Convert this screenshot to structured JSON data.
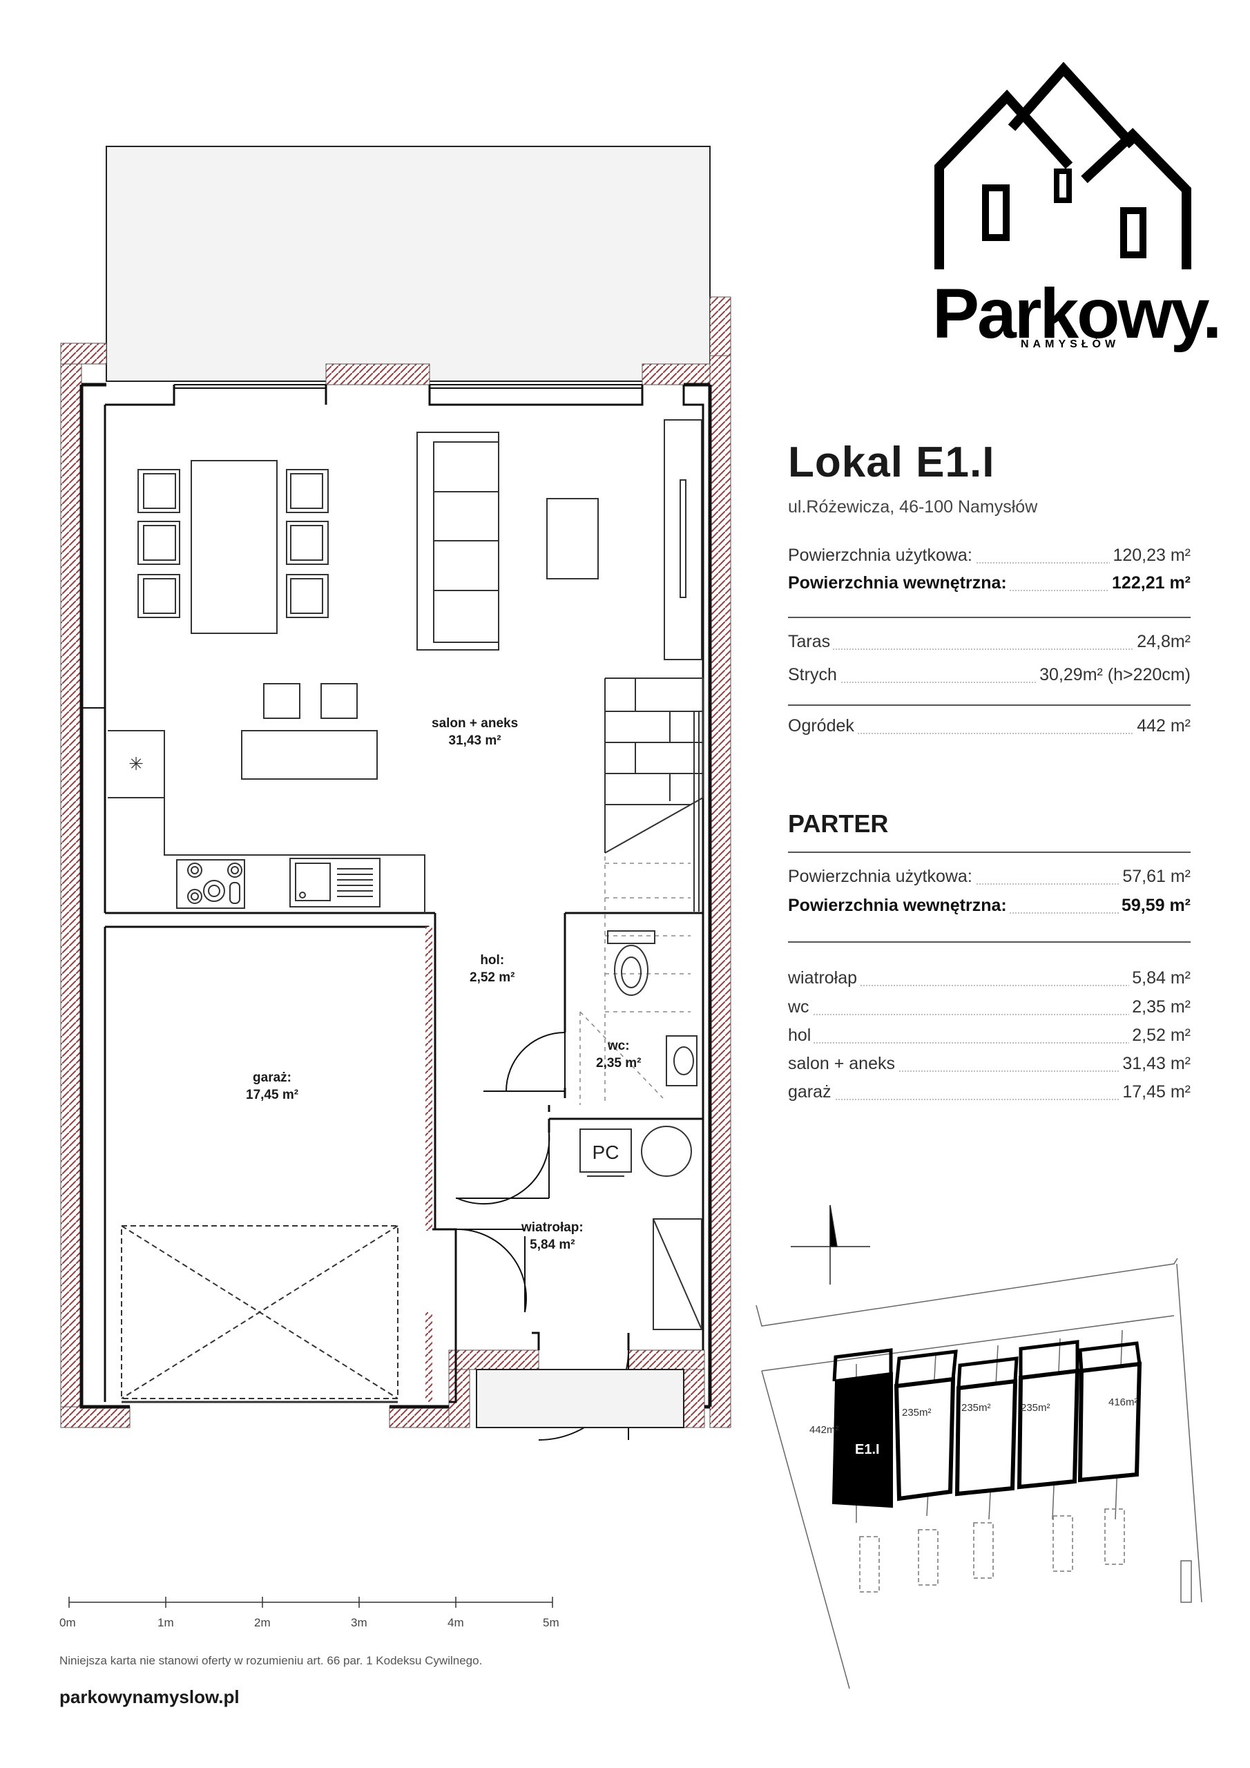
{
  "brand": {
    "name": "Parkowy.",
    "sub": "NAMYSŁÓW"
  },
  "unit": {
    "title": "Lokal E1.I",
    "address": "ul.Różewicza, 46-100 Namysłów"
  },
  "summary": [
    {
      "label": "Powierzchnia użytkowa:",
      "value": "120,23 m²",
      "bold": false
    },
    {
      "label": "Powierzchnia wewnętrzna:",
      "value": "122,21 m²",
      "bold": true
    }
  ],
  "extras": [
    {
      "label": "Taras",
      "value": "24,8m²"
    },
    {
      "label": "Strych",
      "value": "30,29m² (h>220cm)"
    }
  ],
  "garden": {
    "label": "Ogródek",
    "value": "442 m²"
  },
  "floor": {
    "title": "PARTER",
    "totals": [
      {
        "label": "Powierzchnia użytkowa:",
        "value": "57,61 m²"
      },
      {
        "label": "Powierzchnia wewnętrzna:",
        "value": "59,59 m²"
      }
    ],
    "rooms": [
      {
        "label": "wiatrołap",
        "value": "5,84 m²"
      },
      {
        "label": "wc",
        "value": "2,35 m²"
      },
      {
        "label": "hol",
        "value": "2,52 m²"
      },
      {
        "label": "salon + aneks",
        "value": "31,43 m²"
      },
      {
        "label": "garaż",
        "value": "17,45 m²"
      }
    ]
  },
  "plan_labels": {
    "salon": [
      "salon + aneks",
      "31,43 m²"
    ],
    "hol": [
      "hol:",
      "2,52 m²"
    ],
    "wc": [
      "wc:",
      "2,35 m²"
    ],
    "garaz": [
      "garaż:",
      "17,45 m²"
    ],
    "wiatrolap": [
      "wiatrołap:",
      "5,84 m²"
    ],
    "pc": "PC"
  },
  "scale": [
    "0m",
    "1m",
    "2m",
    "3m",
    "4m",
    "5m"
  ],
  "site_plan": {
    "plots": [
      "442m²",
      "235m²",
      "235m²",
      "235m²",
      "416m²"
    ],
    "highlight": "E1.I"
  },
  "footer": {
    "disclaimer": "Niniejsza karta nie stanowi oferty w rozumieniu art. 66 par. 1 Kodeksu Cywilnego.",
    "website": "parkowynamyslow.pl"
  },
  "colors": {
    "text": "#1a1a1a",
    "wall": "#111111",
    "hatch": "#a33a3a",
    "rule": "#555555"
  }
}
